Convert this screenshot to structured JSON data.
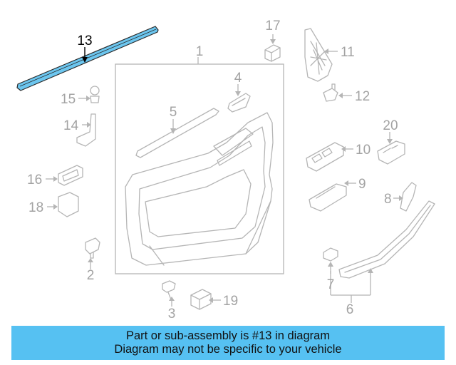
{
  "diagram": {
    "highlighted_part": "13",
    "callouts": {
      "c1": "1",
      "c2": "2",
      "c3": "3",
      "c4": "4",
      "c5": "5",
      "c6": "6",
      "c7": "7",
      "c8": "8",
      "c9": "9",
      "c10": "10",
      "c11": "11",
      "c12": "12",
      "c13": "13",
      "c14": "14",
      "c15": "15",
      "c16": "16",
      "c17": "17",
      "c18": "18",
      "c19": "19",
      "c20": "20"
    },
    "colors": {
      "highlight": "#6cc6ef",
      "banner": "#56c1f2",
      "line": "#b5b5b5"
    }
  },
  "banner": {
    "line1": "Part or sub-assembly is #13 in diagram",
    "line2": "Diagram may not be specific to your vehicle"
  }
}
